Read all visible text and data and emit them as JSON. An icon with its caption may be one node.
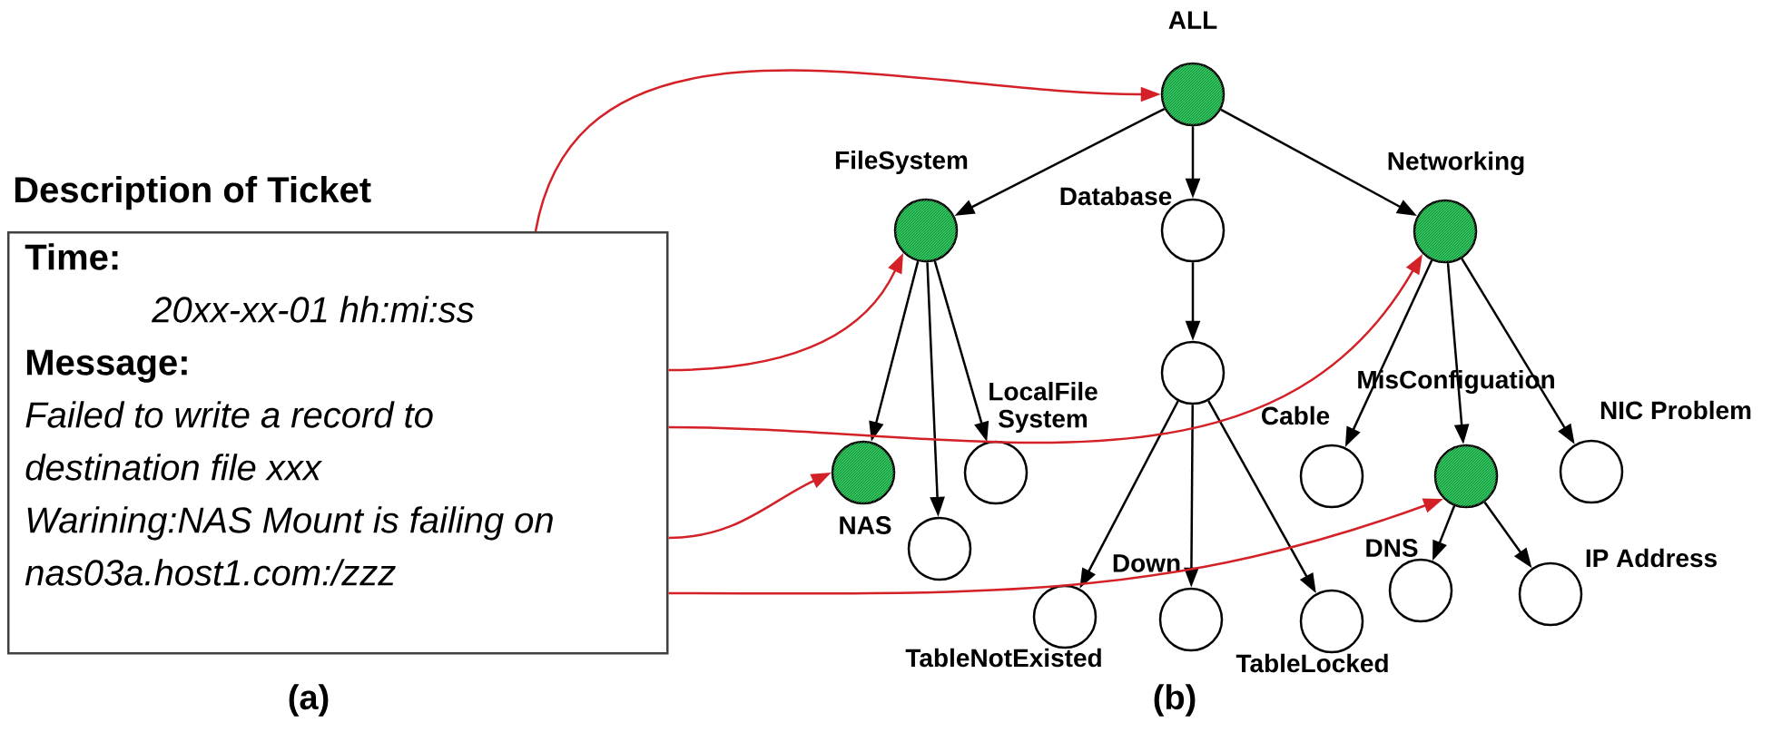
{
  "diagram": {
    "nodes": [
      {
        "text": [
          "Description of Ticket",
          "Time:",
          "20xx-xx-01 hh:mi:ss",
          "Message:",
          "Failed to write a record to destination file xxx",
          "Warining:NAS Mount is failing on nas03a.host1.com:/zzz"
        ]
      },
      {
        "text": [
          "ALL"
        ]
      },
      {
        "text": [
          "FileSystem"
        ]
      },
      {
        "text": [
          "Database"
        ]
      },
      {
        "text": [
          "Networking"
        ]
      },
      {
        "text": [
          "NAS"
        ]
      },
      {
        "text": [],
        "shape": "circle"
      },
      {
        "text": [
          "LocalFile System"
        ]
      },
      {
        "text": [],
        "shape": "circle"
      },
      {
        "text": [
          "TableNotExisted"
        ]
      },
      {
        "text": [
          "Down"
        ]
      },
      {
        "text": [
          "TableLocked"
        ]
      },
      {
        "text": [
          "Cable"
        ]
      },
      {
        "text": [
          "MisConfiguation"
        ]
      },
      {
        "text": [
          "NIC Problem"
        ]
      },
      {
        "text": [
          "DNS"
        ]
      },
      {
        "text": [
          "IP Address"
        ]
      }
    ],
    "edges": [
      {
        "from": 1,
        "to": 2,
        "arrow": "to"
      },
      {
        "from": 1,
        "to": 3,
        "arrow": "to"
      },
      {
        "from": 1,
        "to": 4,
        "arrow": "to"
      },
      {
        "from": 2,
        "to": 5,
        "arrow": "to"
      },
      {
        "from": 2,
        "to": 6,
        "arrow": "to"
      },
      {
        "from": 2,
        "to": 7,
        "arrow": "to"
      },
      {
        "from": 3,
        "to": 8,
        "arrow": "to"
      },
      {
        "from": 8,
        "to": 9,
        "arrow": "to"
      },
      {
        "from": 8,
        "to": 10,
        "arrow": "to"
      },
      {
        "from": 8,
        "to": 11,
        "arrow": "to"
      },
      {
        "from": 4,
        "to": 12,
        "arrow": "to"
      },
      {
        "from": 4,
        "to": 13,
        "arrow": "to"
      },
      {
        "from": 4,
        "to": 14,
        "arrow": "to"
      },
      {
        "from": 13,
        "to": 15,
        "arrow": "to"
      },
      {
        "from": 13,
        "to": 16,
        "arrow": "to"
      },
      {
        "from": 0,
        "to": 1,
        "arrow": "to",
        "color": "#d42027"
      },
      {
        "from": 0,
        "to": 2,
        "arrow": "to",
        "color": "#d42027"
      },
      {
        "from": 0,
        "to": 4,
        "arrow": "to",
        "color": "#d42027"
      },
      {
        "from": 0,
        "to": 5,
        "arrow": "to",
        "color": "#d42027"
      },
      {
        "from": 0,
        "to": 13,
        "arrow": "to",
        "color": "#d42027"
      }
    ],
    "labels": [
      "(a)",
      "(b)"
    ]
  }
}
